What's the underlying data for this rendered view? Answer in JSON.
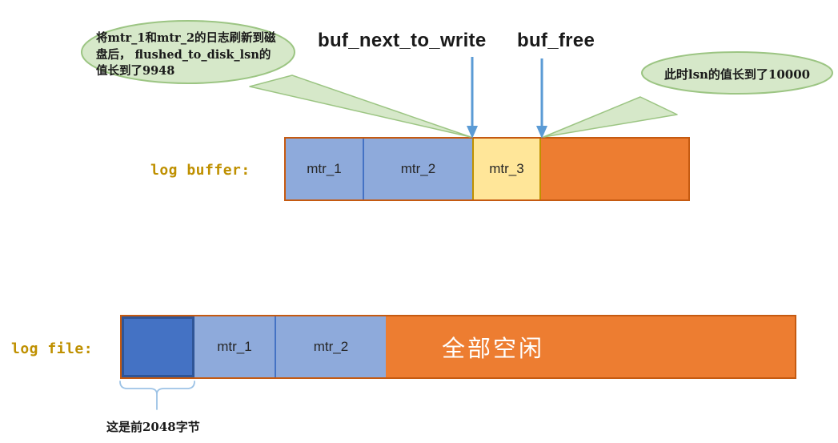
{
  "colors": {
    "bubble_fill": "#D6E8C9",
    "bubble_border": "#9CC583",
    "arrow_blue": "#5B9BD5",
    "cell_blue": "#8EAADB",
    "cell_blue_border": "#4472C4",
    "cell_darkblue": "#4472C4",
    "cell_darkblue_border": "#2F5597",
    "cell_yellow": "#FFE699",
    "cell_yellow_border": "#BF9000",
    "cell_orange": "#ED7D31",
    "bar_border": "#C55A11",
    "label_gold": "#BF9000",
    "brace_blue": "#9DC3E6",
    "text_dark": "#1A1A1A"
  },
  "callouts": {
    "flushed": {
      "text": "将mtr_1和mtr_2的日志刷新到磁\n盘后， flushed_to_disk_lsn的\n值长到了9948"
    },
    "lsn": {
      "text": "此时lsn的值长到了10000"
    }
  },
  "pointers": {
    "buf_next_to_write": "buf_next_to_write",
    "buf_free": "buf_free"
  },
  "log_buffer": {
    "label": "log buffer:",
    "segments": [
      {
        "label": "mtr_1"
      },
      {
        "label": "mtr_2"
      },
      {
        "label": "mtr_3"
      },
      {
        "label": ""
      }
    ]
  },
  "log_file": {
    "label": "log file:",
    "segments": [
      {
        "label": ""
      },
      {
        "label": "mtr_1"
      },
      {
        "label": "mtr_2"
      },
      {
        "label": "全部空闲"
      }
    ]
  },
  "footnote": "这是前2048字节"
}
